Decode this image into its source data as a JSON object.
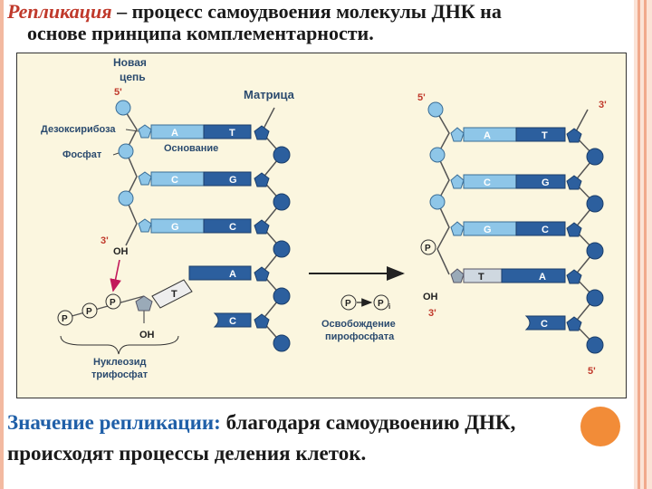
{
  "theme": {
    "accent": "#c0392b",
    "blue": "#1f5fa8",
    "strand_dark": "#2c5f9e",
    "strand_light": "#8ec6e8",
    "orange": "#f28c38"
  },
  "title": {
    "term": "Репликация",
    "line1_rest": " – процесс самоудвоения молекулы ДНК на",
    "line2": "основе принципа комплементарности."
  },
  "diagram": {
    "new_strand_label": [
      "Новая",
      "цепь"
    ],
    "template_label": "Матрица",
    "deoxyribose_label": "Дезоксирибоза",
    "phosphate_label": "Фосфат",
    "base_label": "Основание",
    "left_5prime": "5'",
    "left_3prime": "3'",
    "oh_label": "OH",
    "nucleotide_oh": "OH",
    "phosphate_symbol": "P",
    "incoming_base": "T",
    "nucleoside_label": [
      "Нуклеозид",
      "трифосфат"
    ],
    "release_label": [
      "Освобождение",
      "пирофосфата"
    ],
    "pi_symbol": "P",
    "pi_subscript": "i",
    "left_pairs": [
      {
        "new": "A",
        "template": "T"
      },
      {
        "new": "C",
        "template": "G"
      },
      {
        "new": "G",
        "template": "C"
      }
    ],
    "left_unpaired": [
      "A",
      "C"
    ],
    "right_pairs": [
      {
        "new": "A",
        "template": "T"
      },
      {
        "new": "C",
        "template": "G"
      },
      {
        "new": "G",
        "template": "C"
      },
      {
        "new": "T",
        "template": "A"
      }
    ],
    "right_unpaired": [
      "C"
    ],
    "right_5prime_top": "5'",
    "right_3prime_top": "3'",
    "right_oh": "OH",
    "right_3prime_bottom": "3'",
    "right_5prime_bottom": "5'"
  },
  "bottom": {
    "lead": "Значение репликации:",
    "line1_rest": " благодаря самоудвоению  ДНК,",
    "line2": "происходят процессы деления клеток."
  }
}
